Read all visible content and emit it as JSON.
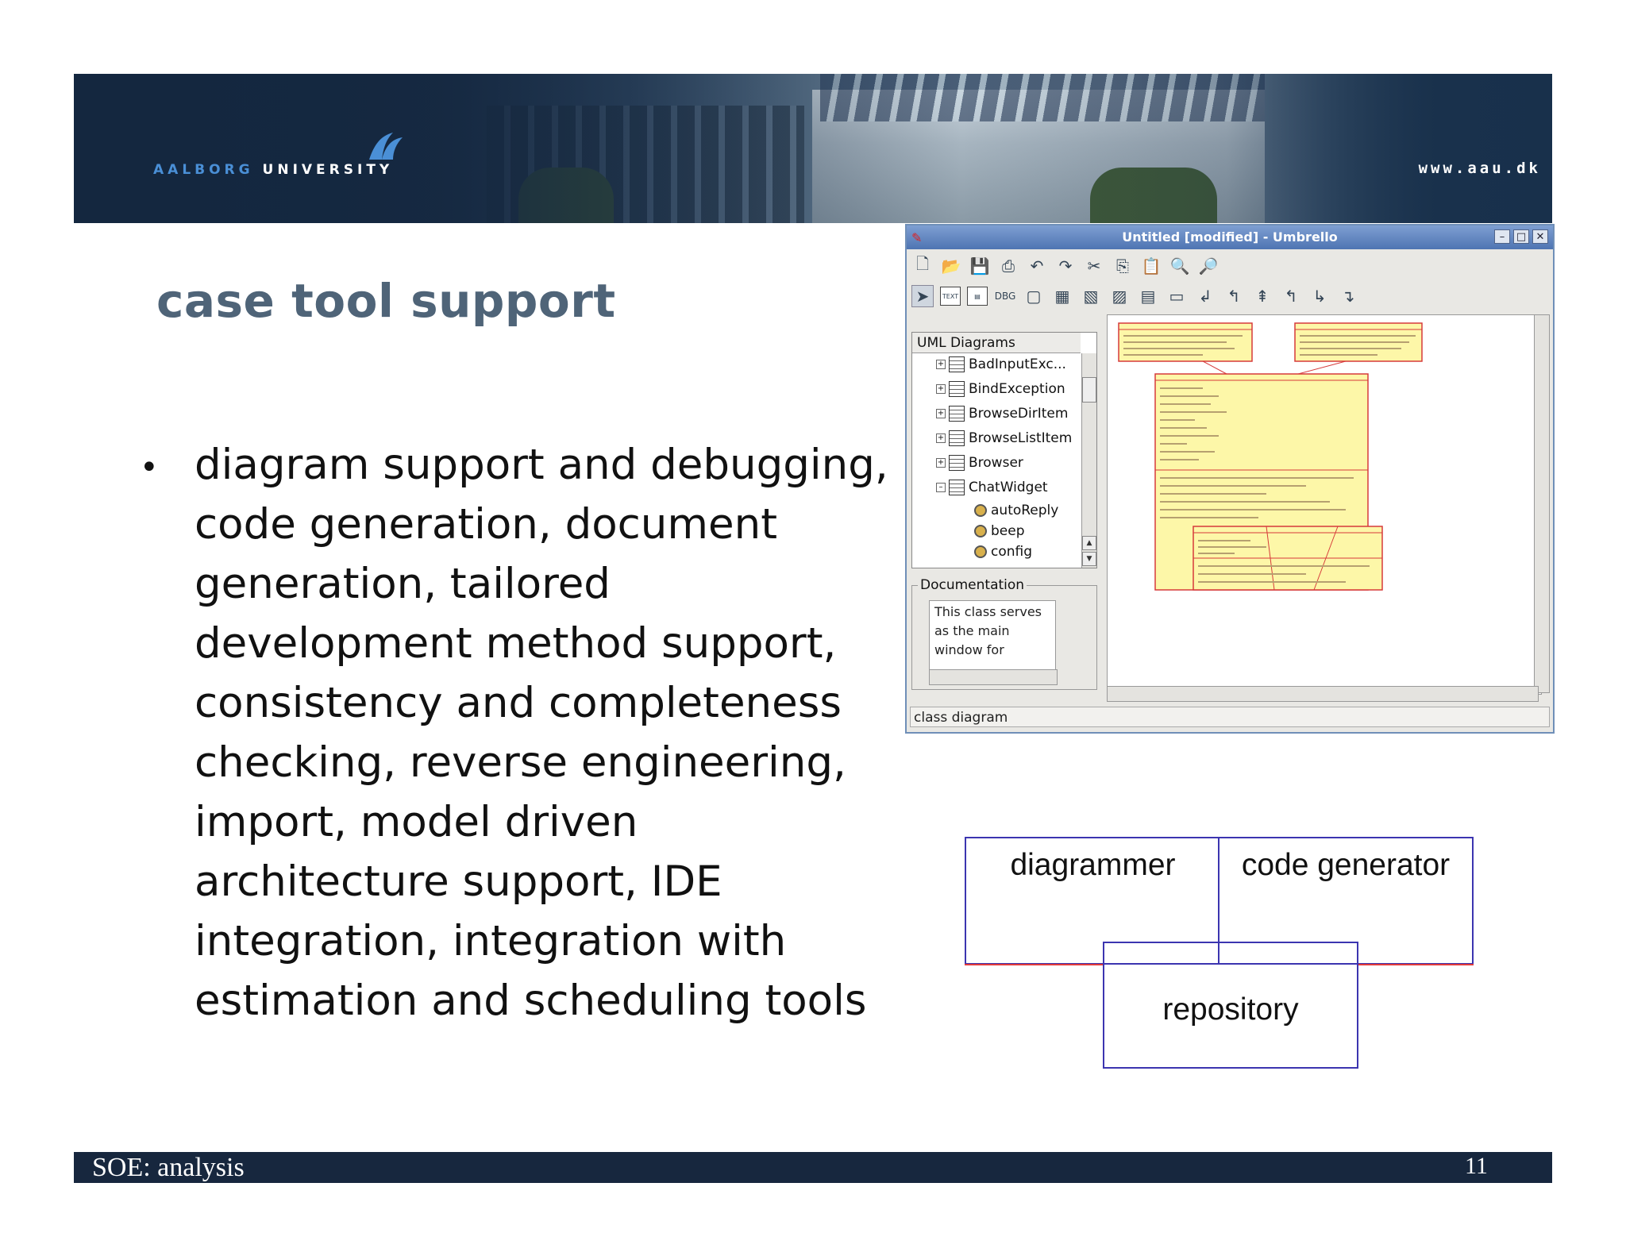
{
  "header": {
    "university_first": "AALBORG",
    "university_second": "UNIVERSITY",
    "url": "www.aau.dk"
  },
  "slide": {
    "title": "case tool support",
    "bullet": "diagram support and debugging, code generation, document generation, tailored development method support, consistency and completeness checking, reverse engineering, import, model driven architecture support, IDE integration, integration with estimation and scheduling tools"
  },
  "umbrello": {
    "window_title": "Untitled [modified] - Umbrello",
    "tree_header": "UML Diagrams",
    "tree_items": [
      "BadInputExc...",
      "BindException",
      "BrowseDirItem",
      "BrowseListItem",
      "Browser",
      "ChatWidget"
    ],
    "tree_ops": [
      "autoReply",
      "beep",
      "config"
    ],
    "doc_label": "Documentation",
    "doc_text": "This class serves as the main window for",
    "status": "class diagram",
    "toolbar_text_1": "TEXT",
    "toolbar_text_2": "DBG"
  },
  "architecture": {
    "diagrammer": "diagrammer",
    "code_generator": "code generator",
    "repository": "repository"
  },
  "footer": {
    "left": "SOE: analysis",
    "page": "11"
  },
  "colors": {
    "title": "#4f6478",
    "banner": "#14273f",
    "footer": "#17273e",
    "box_border": "#3c35b0",
    "uml_fill": "#fdf7a8",
    "uml_border": "#d63a3a"
  }
}
